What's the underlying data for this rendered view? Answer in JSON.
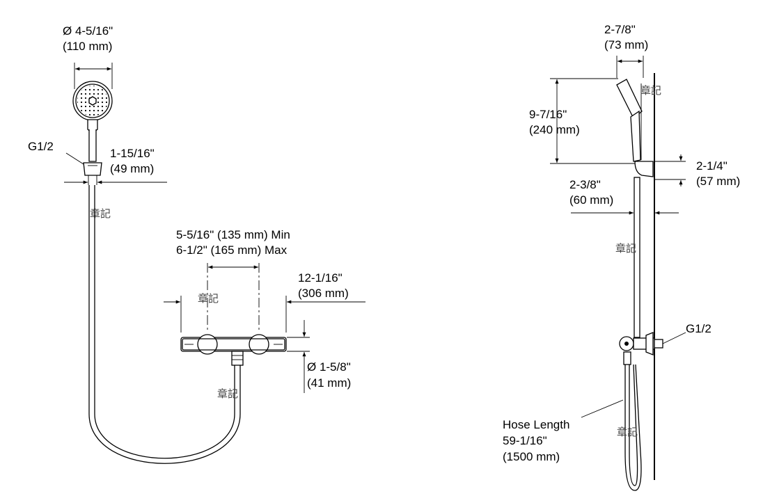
{
  "front_view": {
    "head_diameter": {
      "line1": "Ø 4-5/16\"",
      "line2": "(110 mm)"
    },
    "inlet_thread": "G1/2",
    "holder_width": {
      "line1": "1-15/16\"",
      "line2": "(49 mm)"
    },
    "watermark_top": "章記",
    "watermark_valve": "章記",
    "watermark_hose": "章記"
  },
  "valve": {
    "centers_range": {
      "line1": "5-5/16\" (135 mm) Min",
      "line2": "6-1/2\" (165 mm) Max"
    },
    "overall_length": {
      "line1": "12-1/16\"",
      "line2": "(306 mm)"
    },
    "body_diameter": {
      "line1": "Ø 1-5/8\"",
      "line2": "(41 mm)"
    }
  },
  "side_view": {
    "head_depth": {
      "line1": "2-7/8\"",
      "line2": "(73 mm)"
    },
    "head_height": {
      "line1": "9-7/16\"",
      "line2": "(240 mm)"
    },
    "holder_height": {
      "line1": "2-1/4\"",
      "line2": "(57 mm)"
    },
    "projection": {
      "line1": "2-3/8\"",
      "line2": "(60 mm)"
    },
    "inlet_thread": "G1/2",
    "hose_length": {
      "line1": "Hose Length",
      "line2": "59-1/16\"",
      "line3": "(1500 mm)"
    },
    "watermark_top": "章記",
    "watermark_mid": "章記",
    "watermark_hose": "章記"
  },
  "colors": {
    "line": "#000000",
    "background": "#ffffff",
    "watermark": "#444444"
  }
}
